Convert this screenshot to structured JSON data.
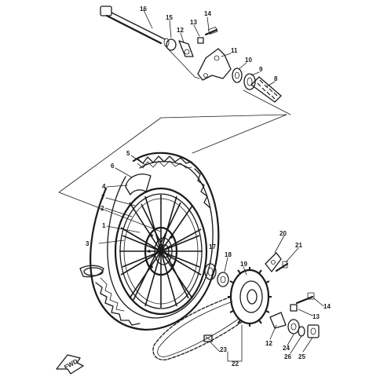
{
  "diagram": {
    "labels": {
      "l1": "1",
      "l2": "2",
      "l3": "3",
      "l4": "4",
      "l5": "5",
      "l6": "6",
      "l7": "7",
      "l8": "8",
      "l9": "9",
      "l10": "10",
      "l11": "11",
      "l12a": "12",
      "l12b": "12",
      "l13a": "13",
      "l13b": "13",
      "l14a": "14",
      "l14b": "14",
      "l15": "15",
      "l16": "16",
      "l17": "17",
      "l18": "18",
      "l19": "19",
      "l20": "20",
      "l21": "21",
      "l22": "22",
      "l23": "23",
      "l24": "24",
      "l25": "25",
      "l26": "26"
    },
    "front_arrow": "FWD"
  }
}
